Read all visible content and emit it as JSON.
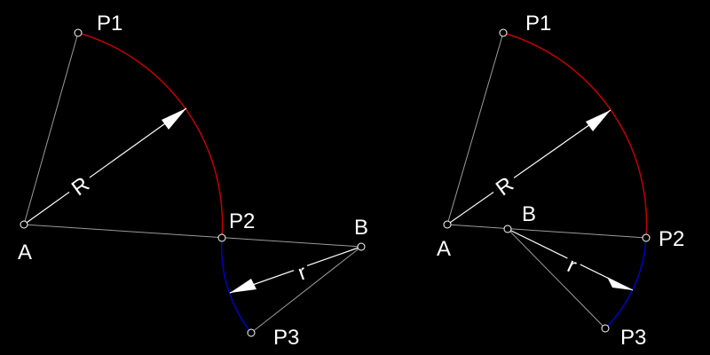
{
  "colors": {
    "background": "#000000",
    "arc_main": "#c00000",
    "arc_second": "#0000c0",
    "construction": "#9a9a9a",
    "text": "#ffffff"
  },
  "left_diagram": {
    "labels": {
      "p1": "P1",
      "p2": "P2",
      "p3": "P3",
      "a": "A",
      "b": "B",
      "big_radius": "R",
      "small_radius": "r"
    }
  },
  "right_diagram": {
    "labels": {
      "p1": "P1",
      "p2": "P2",
      "p3": "P3",
      "a": "A",
      "b": "B",
      "big_radius": "R",
      "small_radius": "r"
    }
  }
}
